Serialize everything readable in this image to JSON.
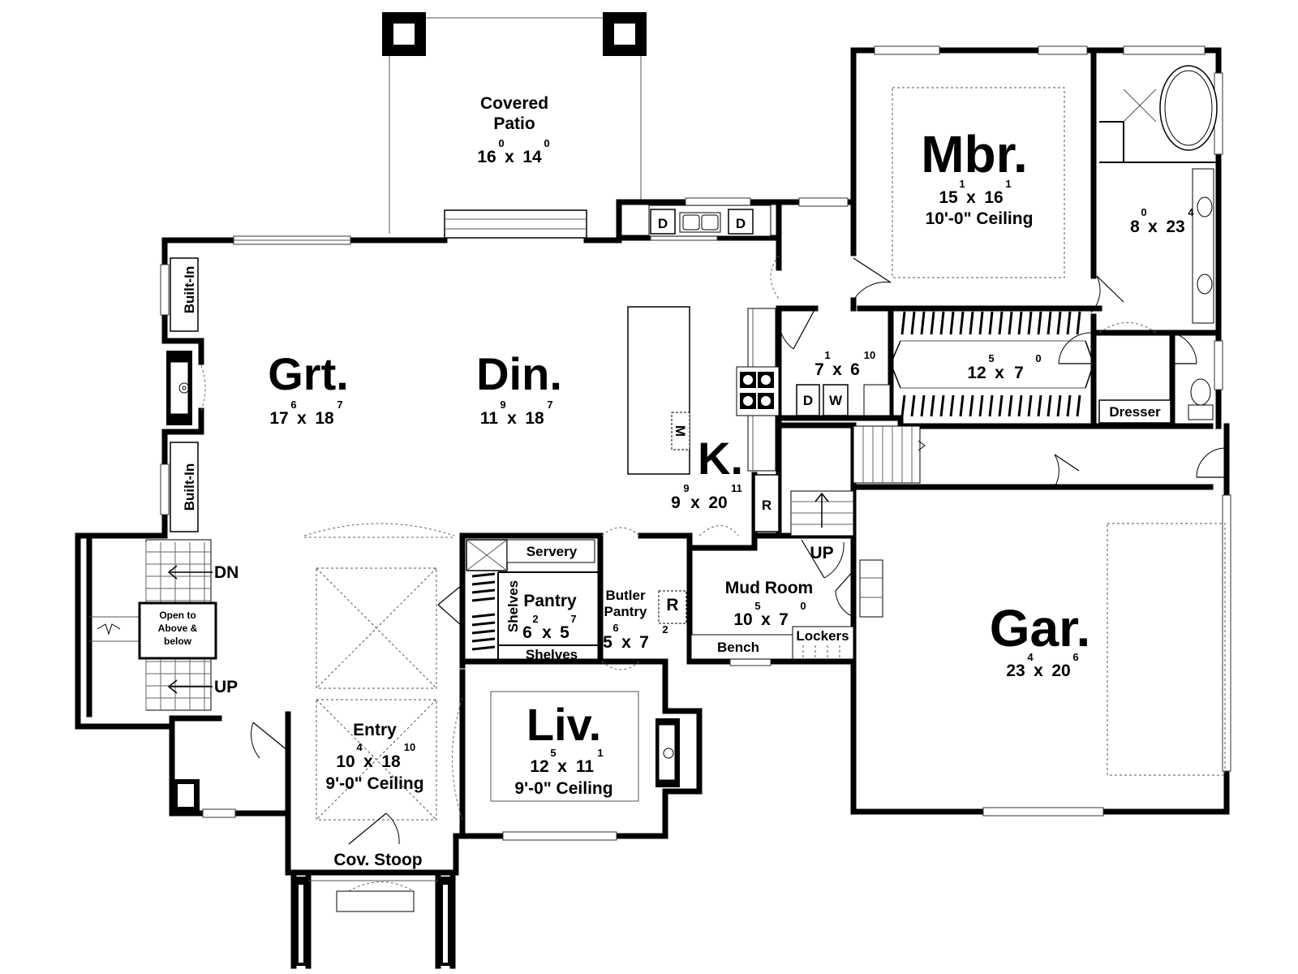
{
  "rooms": {
    "covered_patio": {
      "name_line1": "Covered",
      "name_line2": "Patio",
      "w": "16",
      "w_in": "0",
      "x": "x",
      "d": "14",
      "d_in": "0"
    },
    "master_bedroom": {
      "name": "Mbr.",
      "w": "15",
      "w_in": "1",
      "x": "x",
      "d": "16",
      "d_in": "1",
      "ceiling": "10'-0\" Ceiling"
    },
    "master_bath": {
      "w": "8",
      "w_in": "0",
      "x": "x",
      "d": "23",
      "d_in": "4"
    },
    "great_room": {
      "name": "Grt.",
      "w": "17",
      "w_in": "6",
      "x": "x",
      "d": "18",
      "d_in": "7"
    },
    "dining": {
      "name": "Din.",
      "w": "11",
      "w_in": "9",
      "x": "x",
      "d": "18",
      "d_in": "7"
    },
    "kitchen": {
      "name": "K.",
      "w": "9",
      "w_in": "9",
      "x": "x",
      "d": "20",
      "d_in": "11"
    },
    "laundry": {
      "w": "7",
      "w_in": "1",
      "x": "x",
      "d": "6",
      "d_in": "10"
    },
    "closet": {
      "w": "12",
      "w_in": "5",
      "x": "x",
      "d": "7",
      "d_in": "0"
    },
    "pantry": {
      "name": "Pantry",
      "w": "6",
      "w_in": "2",
      "x": "x",
      "d": "5",
      "d_in": "7"
    },
    "butler_pantry": {
      "name_line1": "Butler",
      "name_line2": "Pantry",
      "w": "5",
      "w_in": "6",
      "x": "x",
      "d": "7",
      "d_in": ""
    },
    "mud_room": {
      "name": "Mud Room",
      "w": "10",
      "w_in": "5",
      "x": "x",
      "d": "7",
      "d_in": "0"
    },
    "garage": {
      "name": "Gar.",
      "w": "23",
      "w_in": "4",
      "x": "x",
      "d": "20",
      "d_in": "6"
    },
    "entry": {
      "name": "Entry",
      "w": "10",
      "w_in": "4",
      "x": "x",
      "d": "18",
      "d_in": "10",
      "ceiling": "9'-0\" Ceiling"
    },
    "living": {
      "name": "Liv.",
      "w": "12",
      "w_in": "5",
      "x": "x",
      "d": "11",
      "d_in": "1",
      "ceiling": "9'-0\" Ceiling"
    },
    "stoop": {
      "name": "Cov. Stoop"
    }
  },
  "labels": {
    "built_in_top": "Built-In",
    "built_in_bottom": "Built-In",
    "dishwasher_left": "D",
    "dishwasher_right": "D",
    "dryer": "D",
    "washer": "W",
    "microwave": "M",
    "fridge_kitchen": "R",
    "fridge_butler": "R",
    "butler_note": "2",
    "dresser": "Dresser",
    "servery": "Servery",
    "shelves_side": "Shelves",
    "shelves_bottom": "Shelves",
    "bench": "Bench",
    "lockers": "Lockers",
    "stair_dn": "DN",
    "stair_up": "UP",
    "stair_up_garage": "UP",
    "open_line1": "Open to",
    "open_line2": "Above &",
    "open_line3": "below"
  }
}
